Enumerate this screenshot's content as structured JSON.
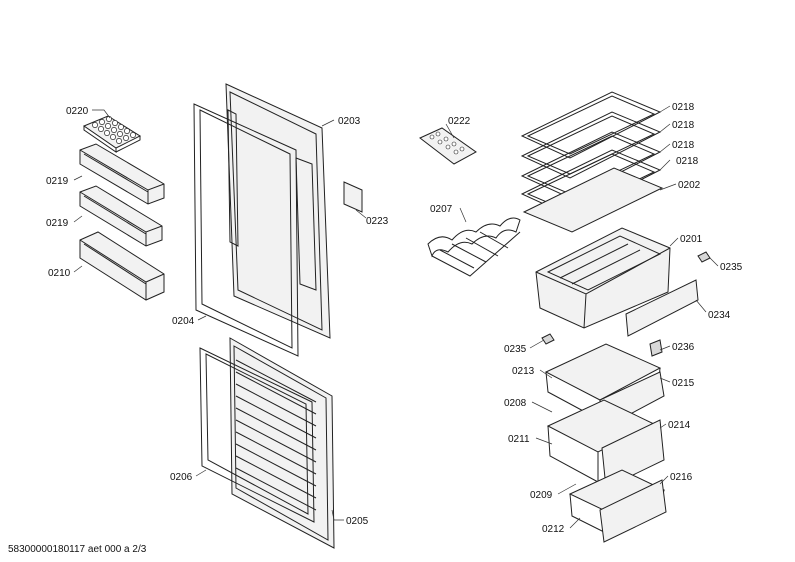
{
  "footer": "58300000180117 aet 000 a 2/3",
  "labels": {
    "l0220": "0220",
    "l0219a": "0219",
    "l0219b": "0219",
    "l0210": "0210",
    "l0203": "0203",
    "l0223": "0223",
    "l0204": "0204",
    "l0206": "0206",
    "l0205": "0205",
    "l0222": "0222",
    "l0207": "0207",
    "l0218a": "0218",
    "l0218b": "0218",
    "l0218c": "0218",
    "l0218d": "0218",
    "l0202": "0202",
    "l0201": "0201",
    "l0235a": "0235",
    "l0234": "0234",
    "l0235b": "0235",
    "l0236": "0236",
    "l0213": "0213",
    "l0215": "0215",
    "l0208": "0208",
    "l0214": "0214",
    "l0211": "0211",
    "l0209": "0209",
    "l0216": "0216",
    "l0212": "0212"
  }
}
